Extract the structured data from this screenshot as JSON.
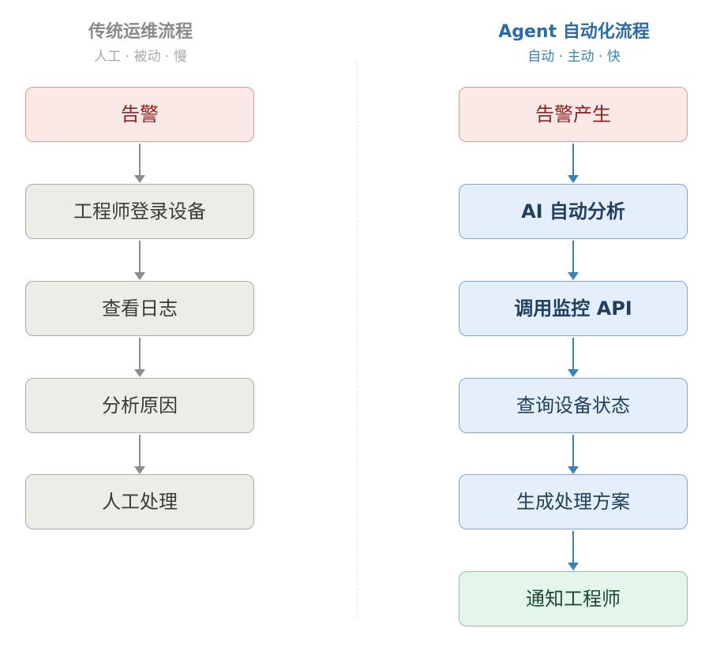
{
  "left": {
    "title": "传统运维流程",
    "subtitle": "人工 · 被动 · 慢",
    "steps": [
      "告警",
      "工程师登录设备",
      "查看日志",
      "分析原因",
      "人工处理"
    ]
  },
  "right": {
    "title": "Agent 自动化流程",
    "subtitle": "自动 · 主动 · 快",
    "steps": [
      "告警产生",
      "AI 自动分析",
      "调用监控 API",
      "查询设备状态",
      "生成处理方案",
      "通知工程师"
    ]
  },
  "colors": {
    "alert_bg": "#fbe9e8",
    "manual_bg": "#eeece6",
    "auto_bg": "#e5eefb",
    "done_bg": "#e4f5ec",
    "left_arrow": "#8c8c8c",
    "right_arrow": "#3b82b8",
    "right_title": "#2b6ca3"
  }
}
